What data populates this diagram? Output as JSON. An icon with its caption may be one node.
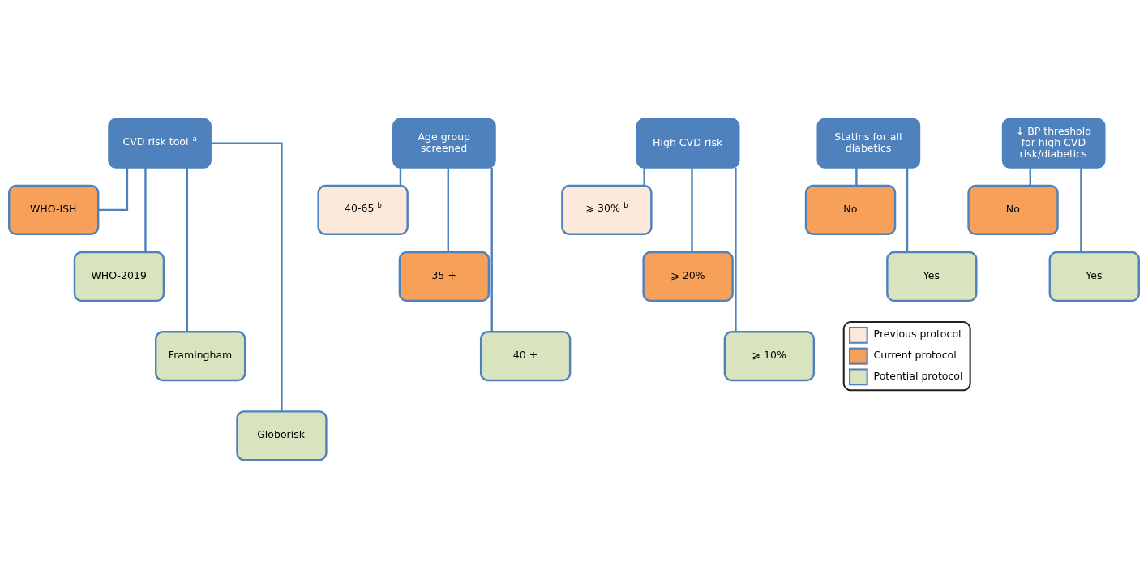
{
  "diagram": {
    "nodes": [
      {
        "text": [
          "CVD risk tool $^{a}$"
        ]
      },
      {
        "text": [
          "WHO-ISH"
        ]
      },
      {
        "text": [
          "WHO-2019"
        ]
      },
      {
        "text": [
          "Framingham"
        ]
      },
      {
        "text": [
          "Globorisk"
        ]
      },
      {
        "text": [
          "Age group screened"
        ]
      },
      {
        "text": [
          "40-65 $^{b}$"
        ]
      },
      {
        "text": [
          "35 +"
        ]
      },
      {
        "text": [
          "40 +"
        ]
      },
      {
        "text": [
          "High CVD risk"
        ]
      },
      {
        "text": [
          "⩾ 30% $^{b}$"
        ]
      },
      {
        "text": [
          "⩾ 20%"
        ]
      },
      {
        "text": [
          "⩾ 10%"
        ]
      },
      {
        "text": [
          "Statins for all diabetics"
        ]
      },
      {
        "text": [
          "No"
        ]
      },
      {
        "text": [
          "Yes"
        ]
      },
      {
        "text": [
          "↓ BP threshold for high CVD risk/diabetics"
        ]
      },
      {
        "text": [
          "No"
        ]
      },
      {
        "text": [
          "Yes"
        ]
      }
    ],
    "edges": [
      {
        "from": 0,
        "to": 1,
        "arrow": "none"
      },
      {
        "from": 0,
        "to": 2,
        "arrow": "none"
      },
      {
        "from": 0,
        "to": 3,
        "arrow": "none"
      },
      {
        "from": 0,
        "to": 4,
        "arrow": "none"
      },
      {
        "from": 5,
        "to": 6,
        "arrow": "none"
      },
      {
        "from": 5,
        "to": 7,
        "arrow": "none"
      },
      {
        "from": 5,
        "to": 8,
        "arrow": "none"
      },
      {
        "from": 9,
        "to": 10,
        "arrow": "none"
      },
      {
        "from": 9,
        "to": 11,
        "arrow": "none"
      },
      {
        "from": 9,
        "to": 12,
        "arrow": "none"
      },
      {
        "from": 13,
        "to": 14,
        "arrow": "none"
      },
      {
        "from": 13,
        "to": 15,
        "arrow": "none"
      },
      {
        "from": 16,
        "to": 17,
        "arrow": "none"
      },
      {
        "from": 16,
        "to": 18,
        "arrow": "none"
      }
    ],
    "legend": [
      {
        "text": "Previous protocol",
        "color": "#fde9d9"
      },
      {
        "text": "Current protocol",
        "color": "#f6a05a"
      },
      {
        "text": "Potential protocol",
        "color": "#d7e4bd"
      }
    ]
  }
}
